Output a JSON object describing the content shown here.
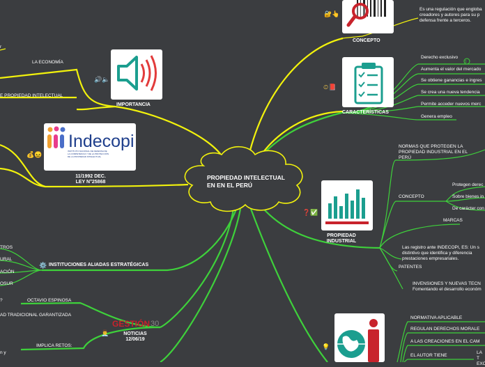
{
  "center": {
    "title": "PROPIEDAD INTELECTUAL EN   EN EL PERÚ"
  },
  "concepto": {
    "label": "CONCEPTO",
    "text": "Es una regulación que engloba creadores y autores para su p defensa frente a terceros.",
    "icons": "🔐👆"
  },
  "caracteristicas": {
    "label": "CARACTERÍSTICAS",
    "icons": "⏲📕",
    "items": [
      "Derecho exclusivo",
      "Aumenta el valor del mercado",
      "Se obtiene ganancias e ingres",
      "Se crea una nueva tendencia",
      "Permite acceder nuevos merc",
      "Genera empleo"
    ],
    "badge": "1"
  },
  "importancia": {
    "label": "IMPORTANCIA",
    "icons": "🔊🔈",
    "items": [
      "LA ECONOMÍA",
      "E PROPIEDAD INTELECTUAL"
    ],
    "fragment": "r"
  },
  "indecopi": {
    "logo": "Indecopi",
    "caption": "11/1992 DEC. LEY N°25868",
    "icons": "💰😖",
    "fine": "INSTITUTO NACIONAL DE DEFENSA DE LA COMPETENCIA Y DE LA PROTECCIÓN DE LA PROPIEDAD INTELECTUAL"
  },
  "industrial": {
    "label": "PROPIEDAD INDUSTRIAL",
    "icons": "❓✅",
    "normas": "NORMAS QUE PROTEGEN LA PROPIEDAD INDUSTRIAL EN EL PERÚ",
    "concepto": "CONCEPTO",
    "concepto_items": [
      "Protegen derec",
      "Sobre bienes in",
      "De carácter con"
    ],
    "marcas": "MARCAS",
    "marcas_text": "Las registro ante INDECOPI, ES: Un s distintivo que identifica y diferencia prestaciones empresariales.",
    "patentes": "PATENTES",
    "inversiones": "INVENSIONES Y NUEVAS TECN Fomentando el desarrollo económ"
  },
  "instituciones": {
    "label": "INSTITUCIONES ALIADAS ESTRATÉGICAS",
    "icon": "⚙️",
    "items": [
      "TROS",
      "URAL",
      "ACIÓN",
      "OSUR"
    ]
  },
  "noticias": {
    "label": "NOTICIAS 12/06/19",
    "logo": "GESTIÓN",
    "logo_suffix": "30",
    "icon": "👨‍💼",
    "items": [
      "OCTAVIO ESPINOSA",
      "AD TRADICIONAL GARANTIZADA",
      "IMPLICA RETOS:"
    ],
    "fragments": [
      "?",
      "n y"
    ]
  },
  "autor": {
    "icon": "💡",
    "items": [
      "NORMATIVA APLICABLE",
      "REGULAN DERECHOS MORALE",
      "A LAS CREACIONES EN EL CAM",
      "EL AUTOR TIENE"
    ],
    "side": "LA T EXC"
  },
  "colors": {
    "background": "#3b3d40",
    "branch": "#f2f20c",
    "green": "#3ed13b",
    "cloud": "#3b3d40",
    "accent": "#c8232c",
    "teal": "#1b9e8f"
  }
}
